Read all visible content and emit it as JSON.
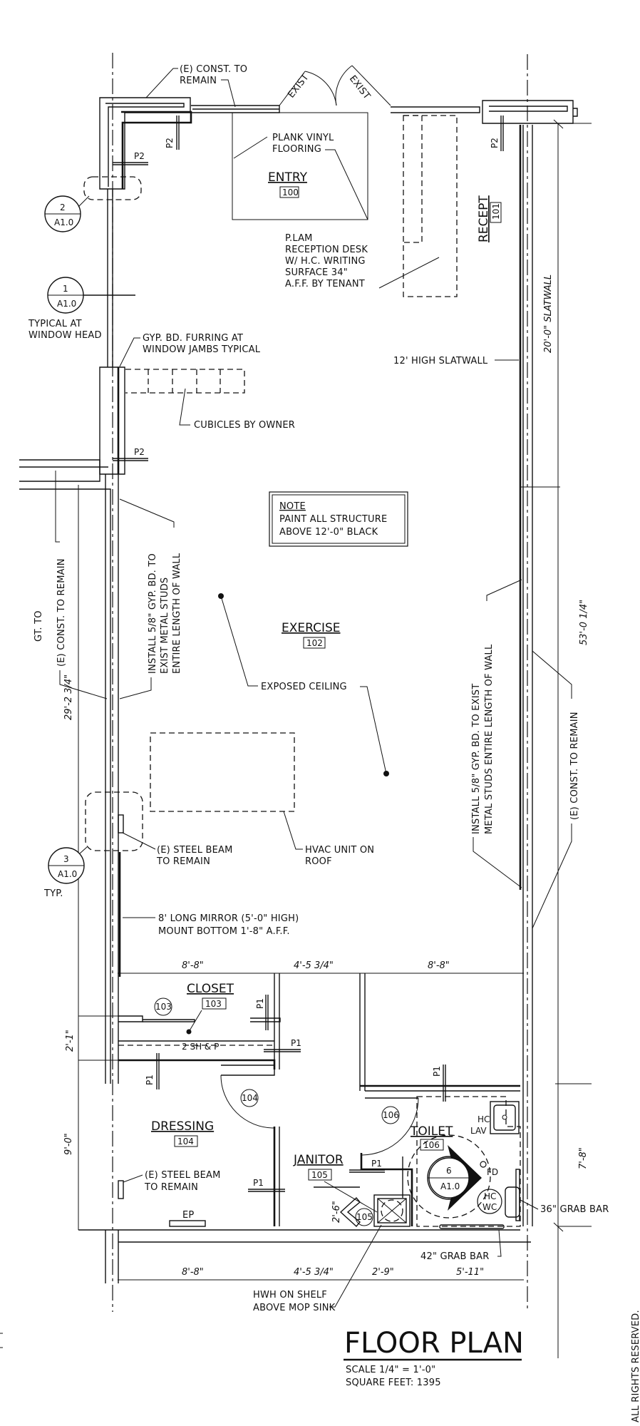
{
  "drawing": {
    "title": "FLOOR PLAN",
    "scale": "SCALE 1/4\" = 1'-0\"",
    "square_feet": "SQUARE FEET: 1395",
    "copyright": "ALL RIGHTS RESERVED."
  },
  "rooms": [
    {
      "name": "ENTRY",
      "number": "100"
    },
    {
      "name": "RECEPT",
      "number": "101"
    },
    {
      "name": "EXERCISE",
      "number": "102"
    },
    {
      "name": "CLOSET",
      "number": "103"
    },
    {
      "name": "DRESSING",
      "number": "104"
    },
    {
      "name": "JANITOR",
      "number": "105"
    },
    {
      "name": "TOILET",
      "number": "106"
    }
  ],
  "doors": {
    "existing_left": "EXIST",
    "existing_right": "EXIST",
    "d103": "103",
    "d104": "104",
    "d105": "105",
    "d106": "106"
  },
  "section_markers": [
    {
      "number": "2",
      "sheet": "A1.0"
    },
    {
      "number": "1",
      "sheet": "A1.0"
    },
    {
      "number": "3",
      "sheet": "A1.0"
    },
    {
      "number": "6",
      "sheet": "A1.0"
    }
  ],
  "notes": {
    "e_const_top_1": "(E) CONST. TO",
    "e_const_top_2": "REMAIN",
    "plank_vinyl_1": "PLANK VINYL",
    "plank_vinyl_2": "FLOORING",
    "desk_1": "P.LAM",
    "desk_2": "RECEPTION DESK",
    "desk_3": "W/ H.C. WRITING",
    "desk_4": "SURFACE 34\"",
    "desk_5": "A.F.F. BY TENANT",
    "typical_1": "TYPICAL AT",
    "typical_2": "WINDOW HEAD",
    "furring_1": "GYP. BD. FURRING AT",
    "furring_2": "WINDOW JAMBS TYPICAL",
    "slatwall_high": "12' HIGH SLATWALL",
    "cubicles": "CUBICLES BY OWNER",
    "note_title": "NOTE",
    "note_1": "PAINT ALL STRUCTURE",
    "note_2": "ABOVE 12'-0\" BLACK",
    "gt_to": "GT. TO",
    "e_const_left": "(E) CONST. TO REMAIN",
    "install_left_1": "INSTALL 5/8\" GYP. BD. TO",
    "install_left_2": "EXIST METAL STUDS",
    "install_left_3": "ENTIRE LENGTH OF WALL",
    "exposed_ceiling": "EXPOSED CEILING",
    "install_right_1": "INSTALL 5/8\" GYP. BD. TO EXIST",
    "install_right_2": "METAL STUDS ENTIRE LENGTH OF WALL",
    "e_const_right": "(E) CONST. TO REMAIN",
    "steel_beam_1": "(E) STEEL BEAM",
    "steel_beam_2": "TO REMAIN",
    "hvac_1": "HVAC UNIT ON",
    "hvac_2": "ROOF",
    "typ": "TYP.",
    "mirror_1": "8' LONG MIRROR (5'-0\" HIGH)",
    "mirror_2": "MOUNT BOTTOM 1'-8\" A.F.F.",
    "shelf": "2 SH & P",
    "steel_beam_b1": "(E) STEEL BEAM",
    "steel_beam_b2": "TO REMAIN",
    "ep": "EP",
    "hc_lav_1": "HC",
    "hc_lav_2": "LAV",
    "fd": "FD",
    "hc_wc_1": "HC",
    "hc_wc_2": "WC",
    "grab36": "36\" GRAB BAR",
    "grab42": "42\" GRAB BAR",
    "hwh_1": "HWH ON SHELF",
    "hwh_2": "ABOVE MOP SINK"
  },
  "finish_tags": [
    "P2",
    "P2",
    "P2",
    "P2",
    "P1",
    "P1",
    "P1",
    "P1",
    "P1",
    "P1"
  ],
  "dimensions": {
    "slatwall_length": "20'-0\" SLATWALL",
    "overall_right": "53'-0 1/4\"",
    "left_upper": "29'-2 3/4\"",
    "closet_depth": "2'-1\"",
    "dressing_depth": "9'-0\"",
    "toilet_depth": "7'-8\"",
    "janitor_depth": "2'-6\"",
    "top_row": [
      "8'-8\"",
      "4'-5 3/4\"",
      "8'-8\""
    ],
    "bottom_row": [
      "8'-8\"",
      "4'-5 3/4\"",
      "2'-9\"",
      "5'-11\""
    ]
  }
}
